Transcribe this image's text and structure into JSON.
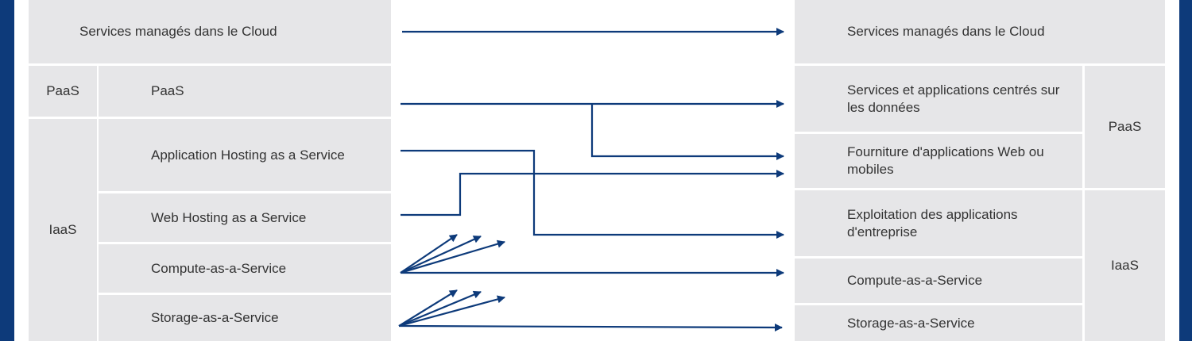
{
  "colors": {
    "frame": "#0d3a7a",
    "arrow": "#0d3a7a",
    "cell": "#e6e6e8",
    "text": "#333333"
  },
  "left": {
    "header": "Services managés dans le Cloud",
    "group_paas": "PaaS",
    "group_iaas": "IaaS",
    "items": [
      "PaaS",
      "Application Hosting as a Service",
      "Web Hosting as a Service",
      "Compute-as-a-Service",
      "Storage-as-a-Service"
    ]
  },
  "right": {
    "header": "Services managés dans le Cloud",
    "items": [
      "Services et applications centrés sur les données",
      "Fourniture d'applications Web ou mobiles",
      "Exploitation des applications d'entreprise",
      "Compute-as-a-Service",
      "Storage-as-a-Service"
    ],
    "group_paas": "PaaS",
    "group_iaas": "IaaS"
  }
}
